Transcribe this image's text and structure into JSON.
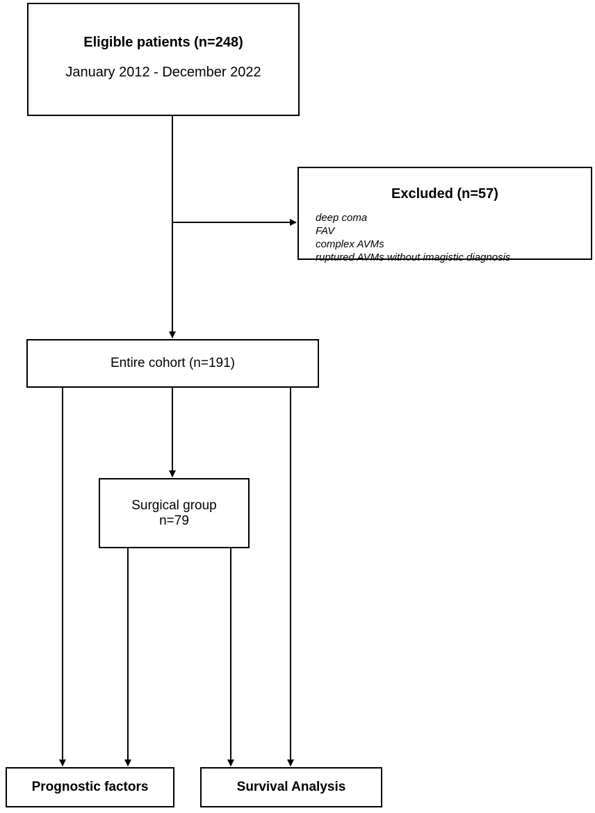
{
  "eligible": {
    "title": "Eligible patients (n=248)",
    "period": "January 2012 - December 2022"
  },
  "excluded": {
    "title": "Excluded (n=57)",
    "reasons": [
      "deep coma",
      "FAV",
      "complex AVMs",
      "ruptured AVMs without imagistic diagnosis"
    ]
  },
  "cohort": {
    "label": "Entire cohort (n=191)"
  },
  "surgical": {
    "label": "Surgical group",
    "count": "n=79"
  },
  "outcomes": {
    "prognostic": "Prognostic factors",
    "survival": "Survival Analysis"
  }
}
